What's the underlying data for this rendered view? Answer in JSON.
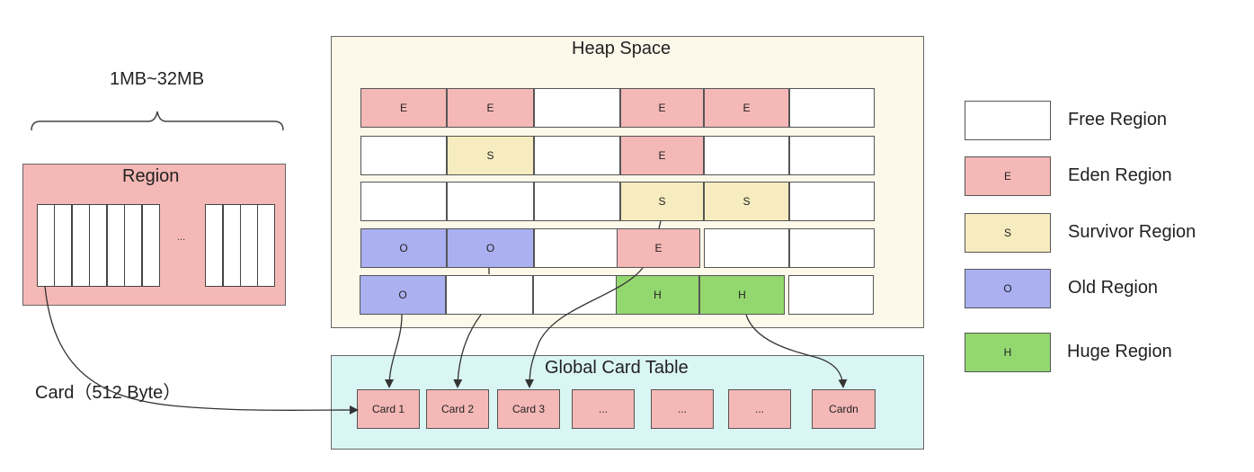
{
  "heap": {
    "title": "Heap Space",
    "rows": [
      [
        "E",
        "E",
        "",
        "E",
        "E",
        ""
      ],
      [
        "",
        "S",
        "",
        "E",
        "",
        ""
      ],
      [
        "",
        "",
        "",
        "S",
        "S",
        ""
      ],
      [
        "O",
        "O",
        "",
        "E",
        "",
        ""
      ],
      [
        "O",
        "",
        "",
        "H",
        "H",
        ""
      ]
    ]
  },
  "region": {
    "size_label": "1MB~32MB",
    "title": "Region",
    "ellipsis": "..."
  },
  "card": {
    "label": "Card（512 Byte）"
  },
  "card_table": {
    "title": "Global Card Table",
    "cards": [
      "Card 1",
      "Card 2",
      "Card 3",
      "...",
      "...",
      "...",
      "Cardn"
    ]
  },
  "legend": [
    {
      "code": "",
      "label": "Free Region",
      "kind": "free"
    },
    {
      "code": "E",
      "label": "Eden Region",
      "kind": "eden"
    },
    {
      "code": "S",
      "label": "Survivor Region",
      "kind": "surv"
    },
    {
      "code": "O",
      "label": "Old Region",
      "kind": "old"
    },
    {
      "code": "H",
      "label": "Huge Region",
      "kind": "huge"
    }
  ],
  "colors": {
    "free": "#ffffff",
    "eden": "#f4b8b6",
    "survivor": "#f6ecbf",
    "old": "#aab0f0",
    "huge": "#93d86f",
    "heap_background": "#fcf8ea",
    "card_table_background": "#d9f6f4"
  }
}
